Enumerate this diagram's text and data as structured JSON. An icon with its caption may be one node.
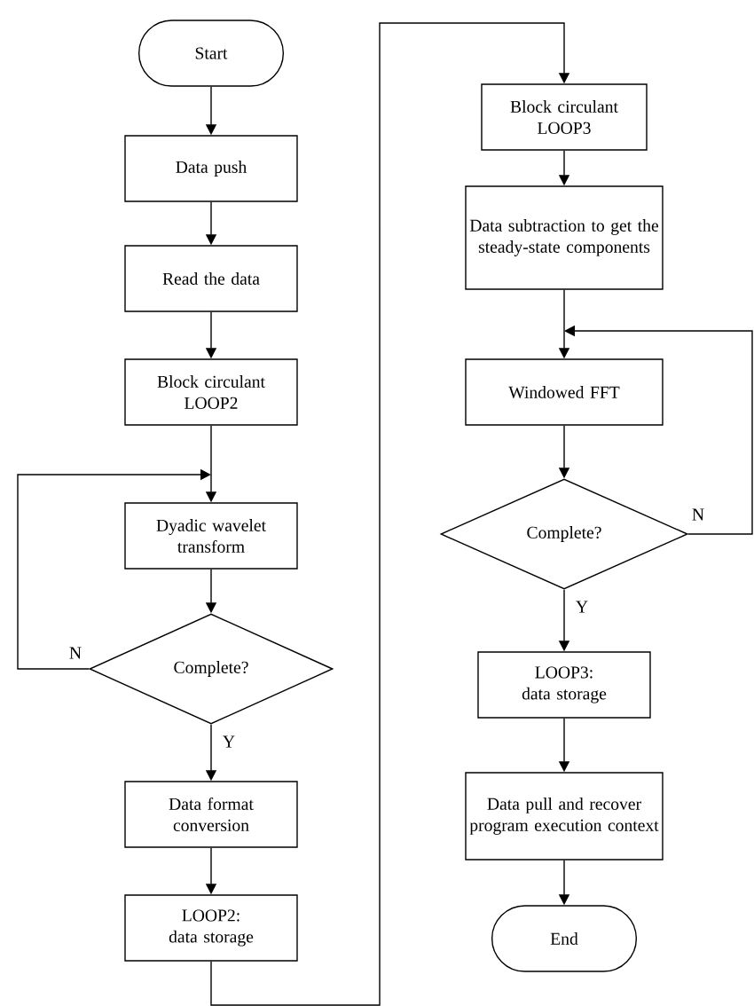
{
  "diagram": {
    "nodes": [
      {
        "text": [
          "Start"
        ]
      },
      {
        "text": [
          "Data push"
        ]
      },
      {
        "text": [
          "Read the data"
        ]
      },
      {
        "text": [
          "Block circulant LOOP2"
        ]
      },
      {
        "text": [
          "Dyadic wavelet transform"
        ]
      },
      {
        "text": [
          "Complete?"
        ]
      },
      {
        "text": [
          "Data format conversion"
        ]
      },
      {
        "text": [
          "LOOP2: data storage"
        ]
      },
      {
        "text": [
          "Block circulant LOOP3"
        ]
      },
      {
        "text": [
          "Data subtraction to get the steady-state components"
        ]
      },
      {
        "text": [
          "Windowed FFT"
        ]
      },
      {
        "text": [
          "Complete?"
        ]
      },
      {
        "text": [
          "LOOP3: data storage"
        ]
      },
      {
        "text": [
          "Data pull and recover program execution context"
        ]
      },
      {
        "text": [
          "End"
        ]
      }
    ],
    "edges": [
      {
        "from": 0,
        "to": 1,
        "arrow": "to"
      },
      {
        "from": 1,
        "to": 2,
        "arrow": "to"
      },
      {
        "from": 2,
        "to": 3,
        "arrow": "to"
      },
      {
        "from": 3,
        "to": 4,
        "arrow": "to"
      },
      {
        "from": 4,
        "to": 5,
        "arrow": "to"
      },
      {
        "from": 5,
        "to": 4,
        "arrow": "to",
        "label": "N"
      },
      {
        "from": 5,
        "to": 6,
        "arrow": "to",
        "label": "Y"
      },
      {
        "from": 6,
        "to": 7,
        "arrow": "to"
      },
      {
        "from": 7,
        "to": 8,
        "arrow": "to"
      },
      {
        "from": 8,
        "to": 9,
        "arrow": "to"
      },
      {
        "from": 9,
        "to": 10,
        "arrow": "to"
      },
      {
        "from": 10,
        "to": 11,
        "arrow": "to"
      },
      {
        "from": 11,
        "to": 10,
        "arrow": "to",
        "label": "N"
      },
      {
        "from": 11,
        "to": 12,
        "arrow": "to",
        "label": "Y"
      },
      {
        "from": 12,
        "to": 13,
        "arrow": "to"
      },
      {
        "from": 13,
        "to": 14,
        "arrow": "to"
      }
    ]
  }
}
